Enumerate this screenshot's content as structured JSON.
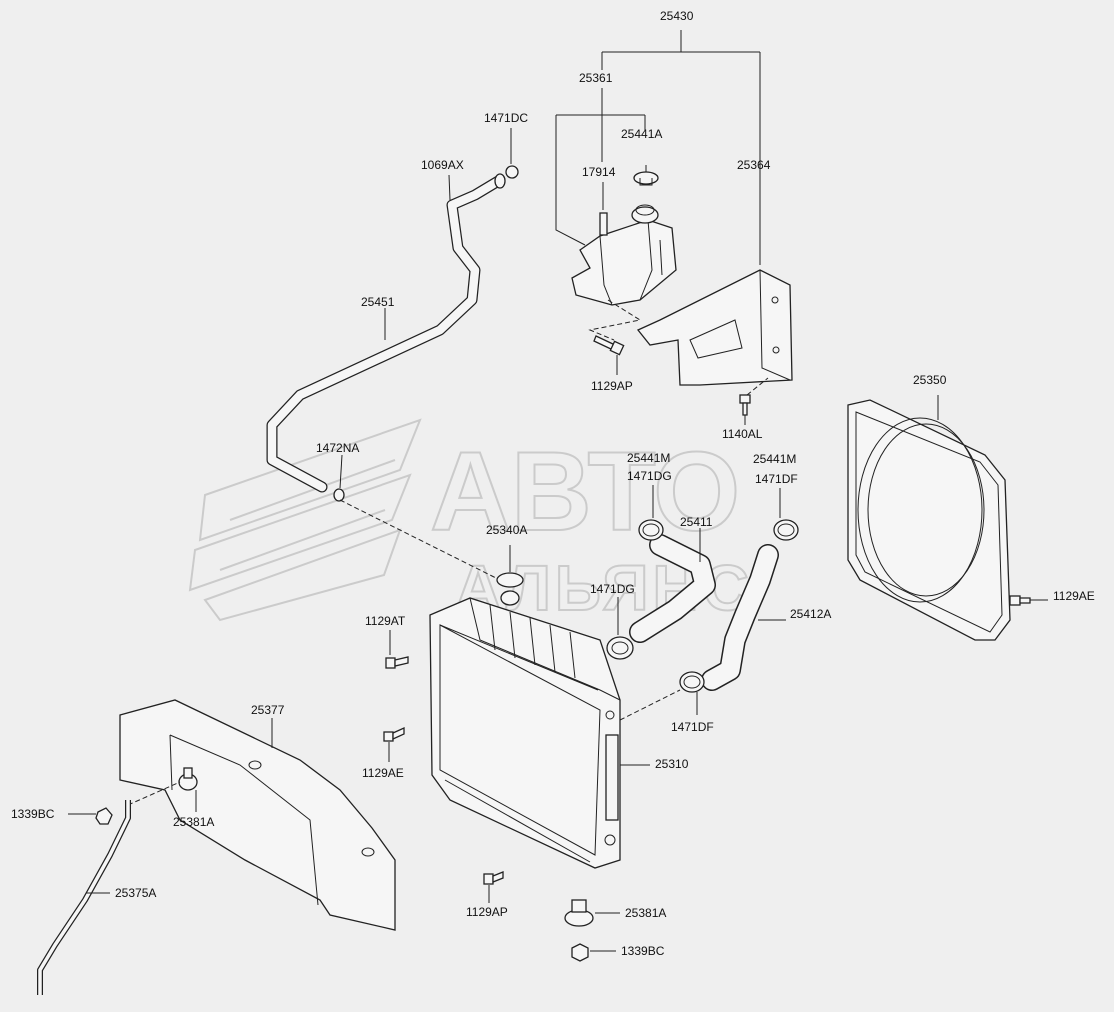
{
  "watermark": {
    "line1": "АВТО",
    "line2": "АЛЬЯНС"
  },
  "labels": {
    "p25430": "25430",
    "p25361": "25361",
    "p1471DC": "1471DC",
    "p25441A": "25441A",
    "p1069AX": "1069AX",
    "p17914": "17914",
    "p25364": "25364",
    "p25451": "25451",
    "p1129AP_top": "1129AP",
    "p25350": "25350",
    "p1140AL": "1140AL",
    "p1472NA": "1472NA",
    "p25441M_left": "25441M",
    "p1471DG_top": "1471DG",
    "p25441M_right": "25441M",
    "p1471DF_top": "1471DF",
    "p25411": "25411",
    "p25340A": "25340A",
    "p1471DG_mid": "1471DG",
    "p1129AT": "1129AT",
    "p25412A": "25412A",
    "p1129AE_right": "1129AE",
    "p25377": "25377",
    "p1471DF_bot": "1471DF",
    "p25310": "25310",
    "p1129AE_left": "1129AE",
    "p1339BC_left": "1339BC",
    "p25381A_left": "25381A",
    "p25375A": "25375A",
    "p1129AP_bot": "1129AP",
    "p25381A_bot": "25381A",
    "p1339BC_bot": "1339BC"
  }
}
